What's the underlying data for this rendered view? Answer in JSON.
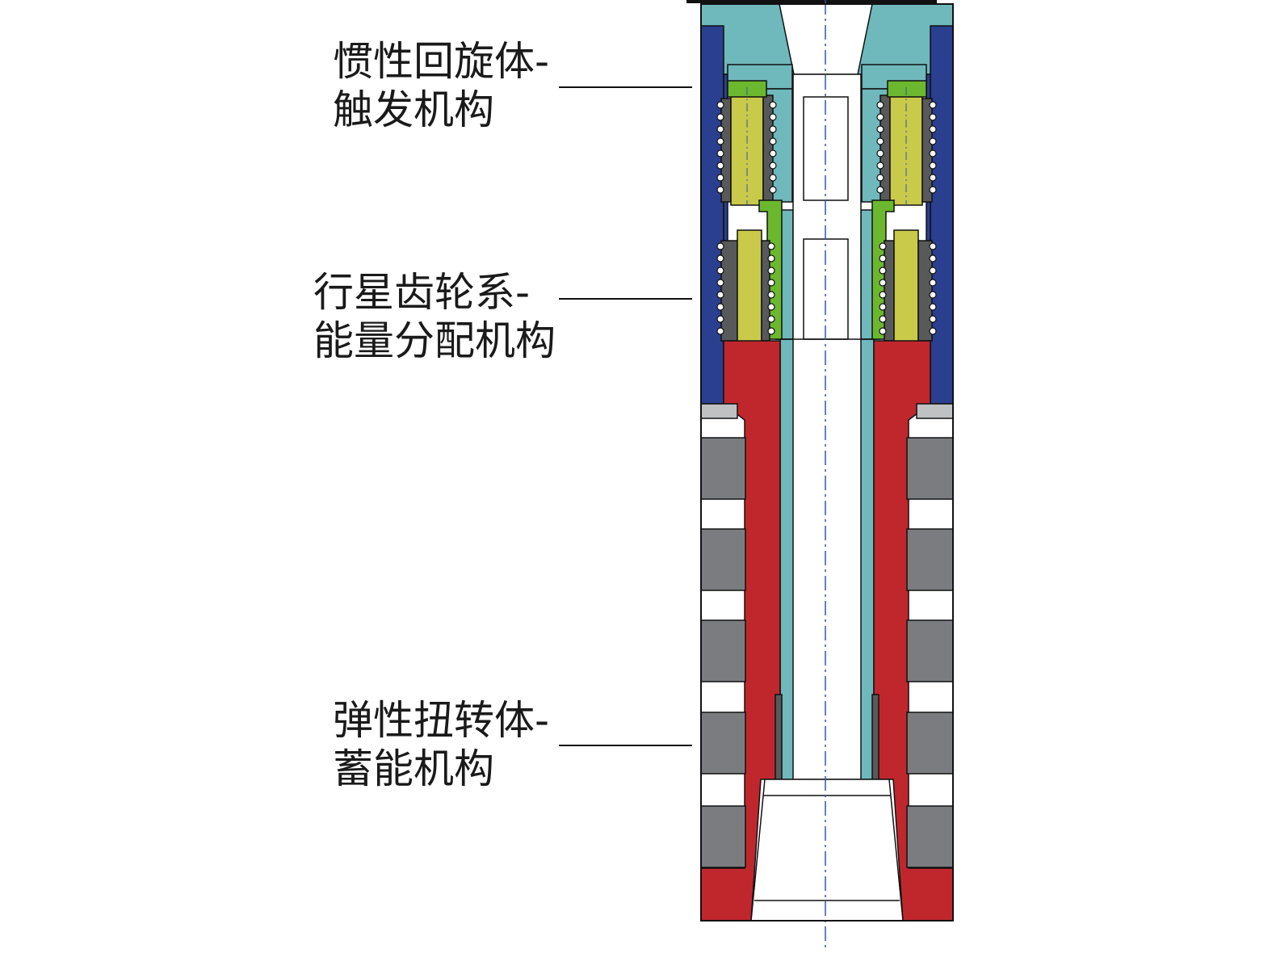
{
  "labels": {
    "trigger": {
      "line1": "惯性回旋体-",
      "line2": "触发机构"
    },
    "planetary": {
      "line1": "行星齿轮系-",
      "line2": "能量分配机构"
    },
    "spring": {
      "line1": "弹性扭转体-",
      "line2": "蓄能机构"
    }
  },
  "colors": {
    "housing_blue": "#2a3f8f",
    "teal": "#6fb8bb",
    "red": "#c0272d",
    "yellow_green": "#c9c94a",
    "green": "#6bb82e",
    "dark_gray": "#58595b",
    "mid_gray": "#7a7c80",
    "light_gray": "#bfc1c3",
    "outline": "#111111",
    "axis_blue": "#3357a8"
  }
}
